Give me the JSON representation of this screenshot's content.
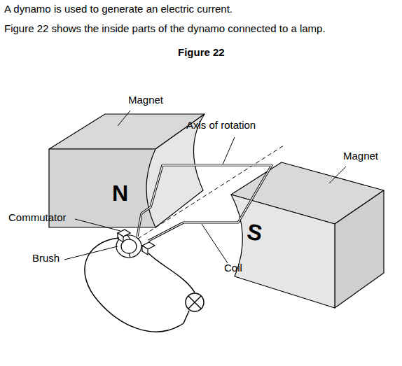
{
  "diagram": {
    "title": "Figure 22",
    "labels": [
      "A dynamo is used to generate an electric current.",
      "Figure 22 shows the inside parts of the dynamo connected to a lamp.",
      "Magnet",
      "Axis of rotation",
      "Magnet",
      "Commutator",
      "Brush",
      "Coil",
      "N",
      "S"
    ]
  }
}
